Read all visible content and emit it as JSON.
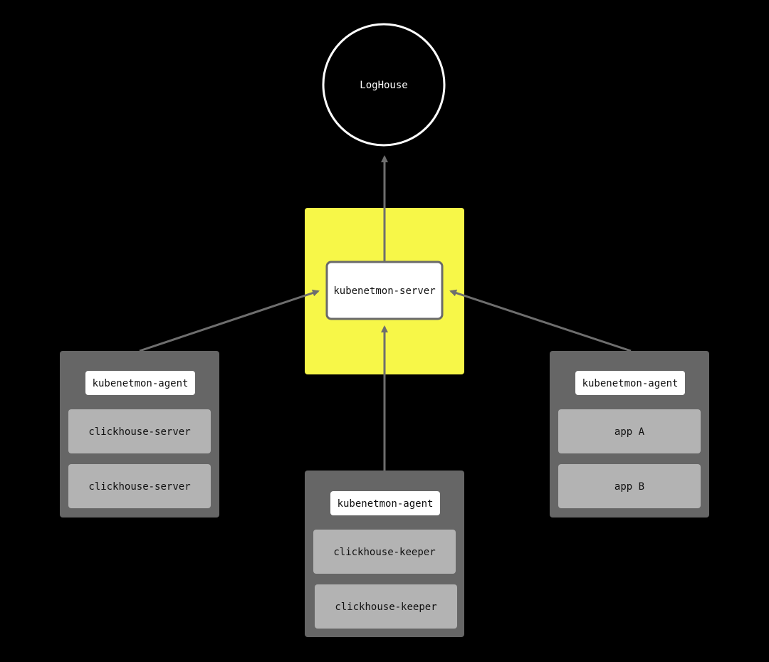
{
  "colors": {
    "background": "#000000",
    "loghouse_stroke": "#ffffff",
    "server_zone_fill": "#f7f748",
    "server_box_fill": "#ffffff",
    "server_box_stroke": "#6a6a6a",
    "node_group_fill": "#666666",
    "agent_label_fill": "#ffffff",
    "pod_fill": "#b3b3b3",
    "arrow": "#6e6e6e",
    "text_dark": "#111111",
    "text_light": "#ffffff"
  },
  "loghouse": {
    "label": "LogHouse"
  },
  "server": {
    "label": "kubenetmon-server"
  },
  "nodes": {
    "left": {
      "agent_label": "kubenetmon-agent",
      "pods": [
        "clickhouse-server",
        "clickhouse-server"
      ]
    },
    "center": {
      "agent_label": "kubenetmon-agent",
      "pods": [
        "clickhouse-keeper",
        "clickhouse-keeper"
      ]
    },
    "right": {
      "agent_label": "kubenetmon-agent",
      "pods": [
        "app A",
        "app B"
      ]
    }
  }
}
